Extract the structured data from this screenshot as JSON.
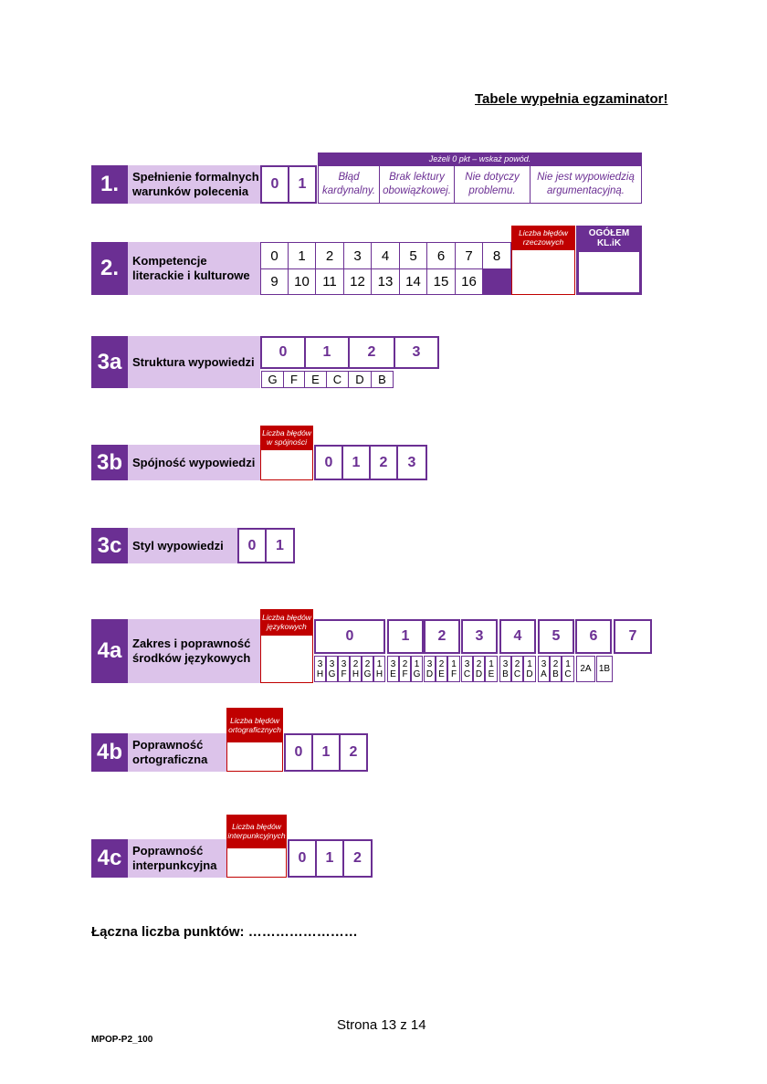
{
  "header": {
    "title": "Tabele wypełnia egzaminator!"
  },
  "s1": {
    "num": "1.",
    "label": "Spełnienie formalnych warunków polecenia",
    "scores": [
      "0",
      "1"
    ],
    "reasons_header": "Jeżeli 0 pkt – wskaż powód.",
    "reasons": [
      "Błąd kardynalny.",
      "Brak lektury obowiązkowej.",
      "Nie dotyczy problemu.",
      "Nie jest wypowiedzią argumentacyjną."
    ]
  },
  "s2": {
    "num": "2.",
    "label": "Kompetencje literackie i kulturowe",
    "row1": [
      "0",
      "1",
      "2",
      "3",
      "4",
      "5",
      "6",
      "7",
      "8"
    ],
    "row2": [
      "9",
      "10",
      "11",
      "12",
      "13",
      "14",
      "15",
      "16"
    ],
    "errors_label": "Liczba błędów rzeczowych",
    "total_label": "OGÓŁEM KL.iK"
  },
  "s3a": {
    "num": "3a",
    "label": "Struktura wypowiedzi",
    "scores": [
      "0",
      "1",
      "2",
      "3"
    ],
    "sub": [
      "G",
      "F",
      "E",
      "C",
      "D",
      "B"
    ]
  },
  "s3b": {
    "num": "3b",
    "label": "Spójność wypowiedzi",
    "errors_label": "Liczba błędów w spójności",
    "scores": [
      "0",
      "1",
      "2",
      "3"
    ]
  },
  "s3c": {
    "num": "3c",
    "label": "Styl wypowiedzi",
    "scores": [
      "0",
      "1"
    ]
  },
  "s4a": {
    "num": "4a",
    "label": "Zakres i poprawność środków językowych",
    "errors_label": "Liczba błędów językowych",
    "scores": [
      "0",
      "1",
      "2",
      "3",
      "4",
      "5",
      "6",
      "7"
    ],
    "sub": [
      {
        "n": "3",
        "l": "H"
      },
      {
        "n": "3",
        "l": "G"
      },
      {
        "n": "3",
        "l": "F"
      },
      {
        "n": "2",
        "l": "H"
      },
      {
        "n": "2",
        "l": "G"
      },
      {
        "n": "1",
        "l": "H"
      },
      {
        "n": "3",
        "l": "E"
      },
      {
        "n": "2",
        "l": "F"
      },
      {
        "n": "1",
        "l": "G"
      },
      {
        "n": "3",
        "l": "D"
      },
      {
        "n": "2",
        "l": "E"
      },
      {
        "n": "1",
        "l": "F"
      },
      {
        "n": "3",
        "l": "C"
      },
      {
        "n": "2",
        "l": "D"
      },
      {
        "n": "1",
        "l": "E"
      },
      {
        "n": "3",
        "l": "B"
      },
      {
        "n": "2",
        "l": "C"
      },
      {
        "n": "1",
        "l": "D"
      },
      {
        "n": "3",
        "l": "A"
      },
      {
        "n": "2",
        "l": "B"
      },
      {
        "n": "1",
        "l": "C"
      }
    ],
    "sub_extra": [
      "2A",
      "1B"
    ]
  },
  "s4b": {
    "num": "4b",
    "label": "Poprawność ortograficzna",
    "errors_label": "Liczba błędów ortograficznych",
    "scores": [
      "0",
      "1",
      "2"
    ]
  },
  "s4c": {
    "num": "4c",
    "label": "Poprawność interpunkcyjna",
    "errors_label": "Liczba błędów interpunkcyjnych",
    "scores": [
      "0",
      "1",
      "2"
    ]
  },
  "total": {
    "label": "Łączna liczba punktów:",
    "dots": "……………………"
  },
  "footer": {
    "page": "Strona 13 z 14",
    "code": "MPOP-P2_100"
  }
}
